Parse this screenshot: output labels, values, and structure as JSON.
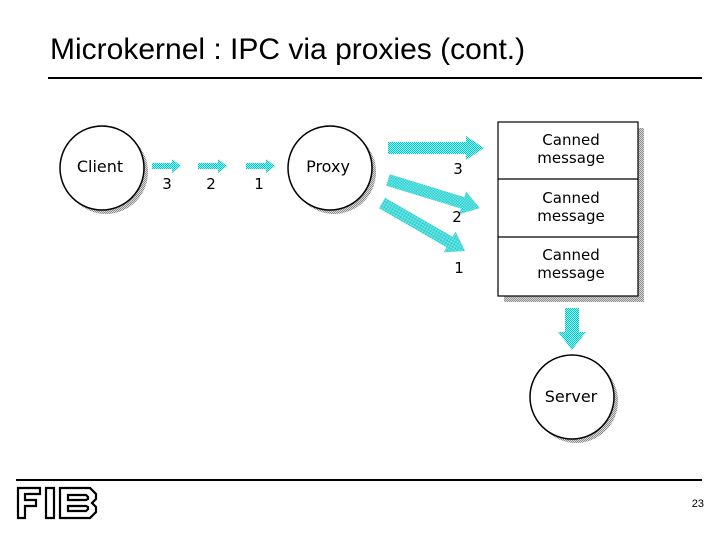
{
  "slide": {
    "title": "Microkernel : IPC via proxies (cont.)",
    "page_number": "23"
  },
  "diagram": {
    "nodes": {
      "client": "Client",
      "proxy": "Proxy",
      "server": "Server"
    },
    "queue_labels": [
      "3",
      "2",
      "1"
    ],
    "canned_messages": [
      {
        "line1": "Canned",
        "line2": "message"
      },
      {
        "line1": "Canned",
        "line2": "message"
      },
      {
        "line1": "Canned",
        "line2": "message"
      }
    ],
    "arrow_labels": [
      "3",
      "2",
      "1"
    ]
  },
  "logo": {
    "text": "FIB"
  },
  "colors": {
    "arrow_fill": "#00c8c8",
    "shadow": "#b0b0b0",
    "line": "#000000"
  }
}
